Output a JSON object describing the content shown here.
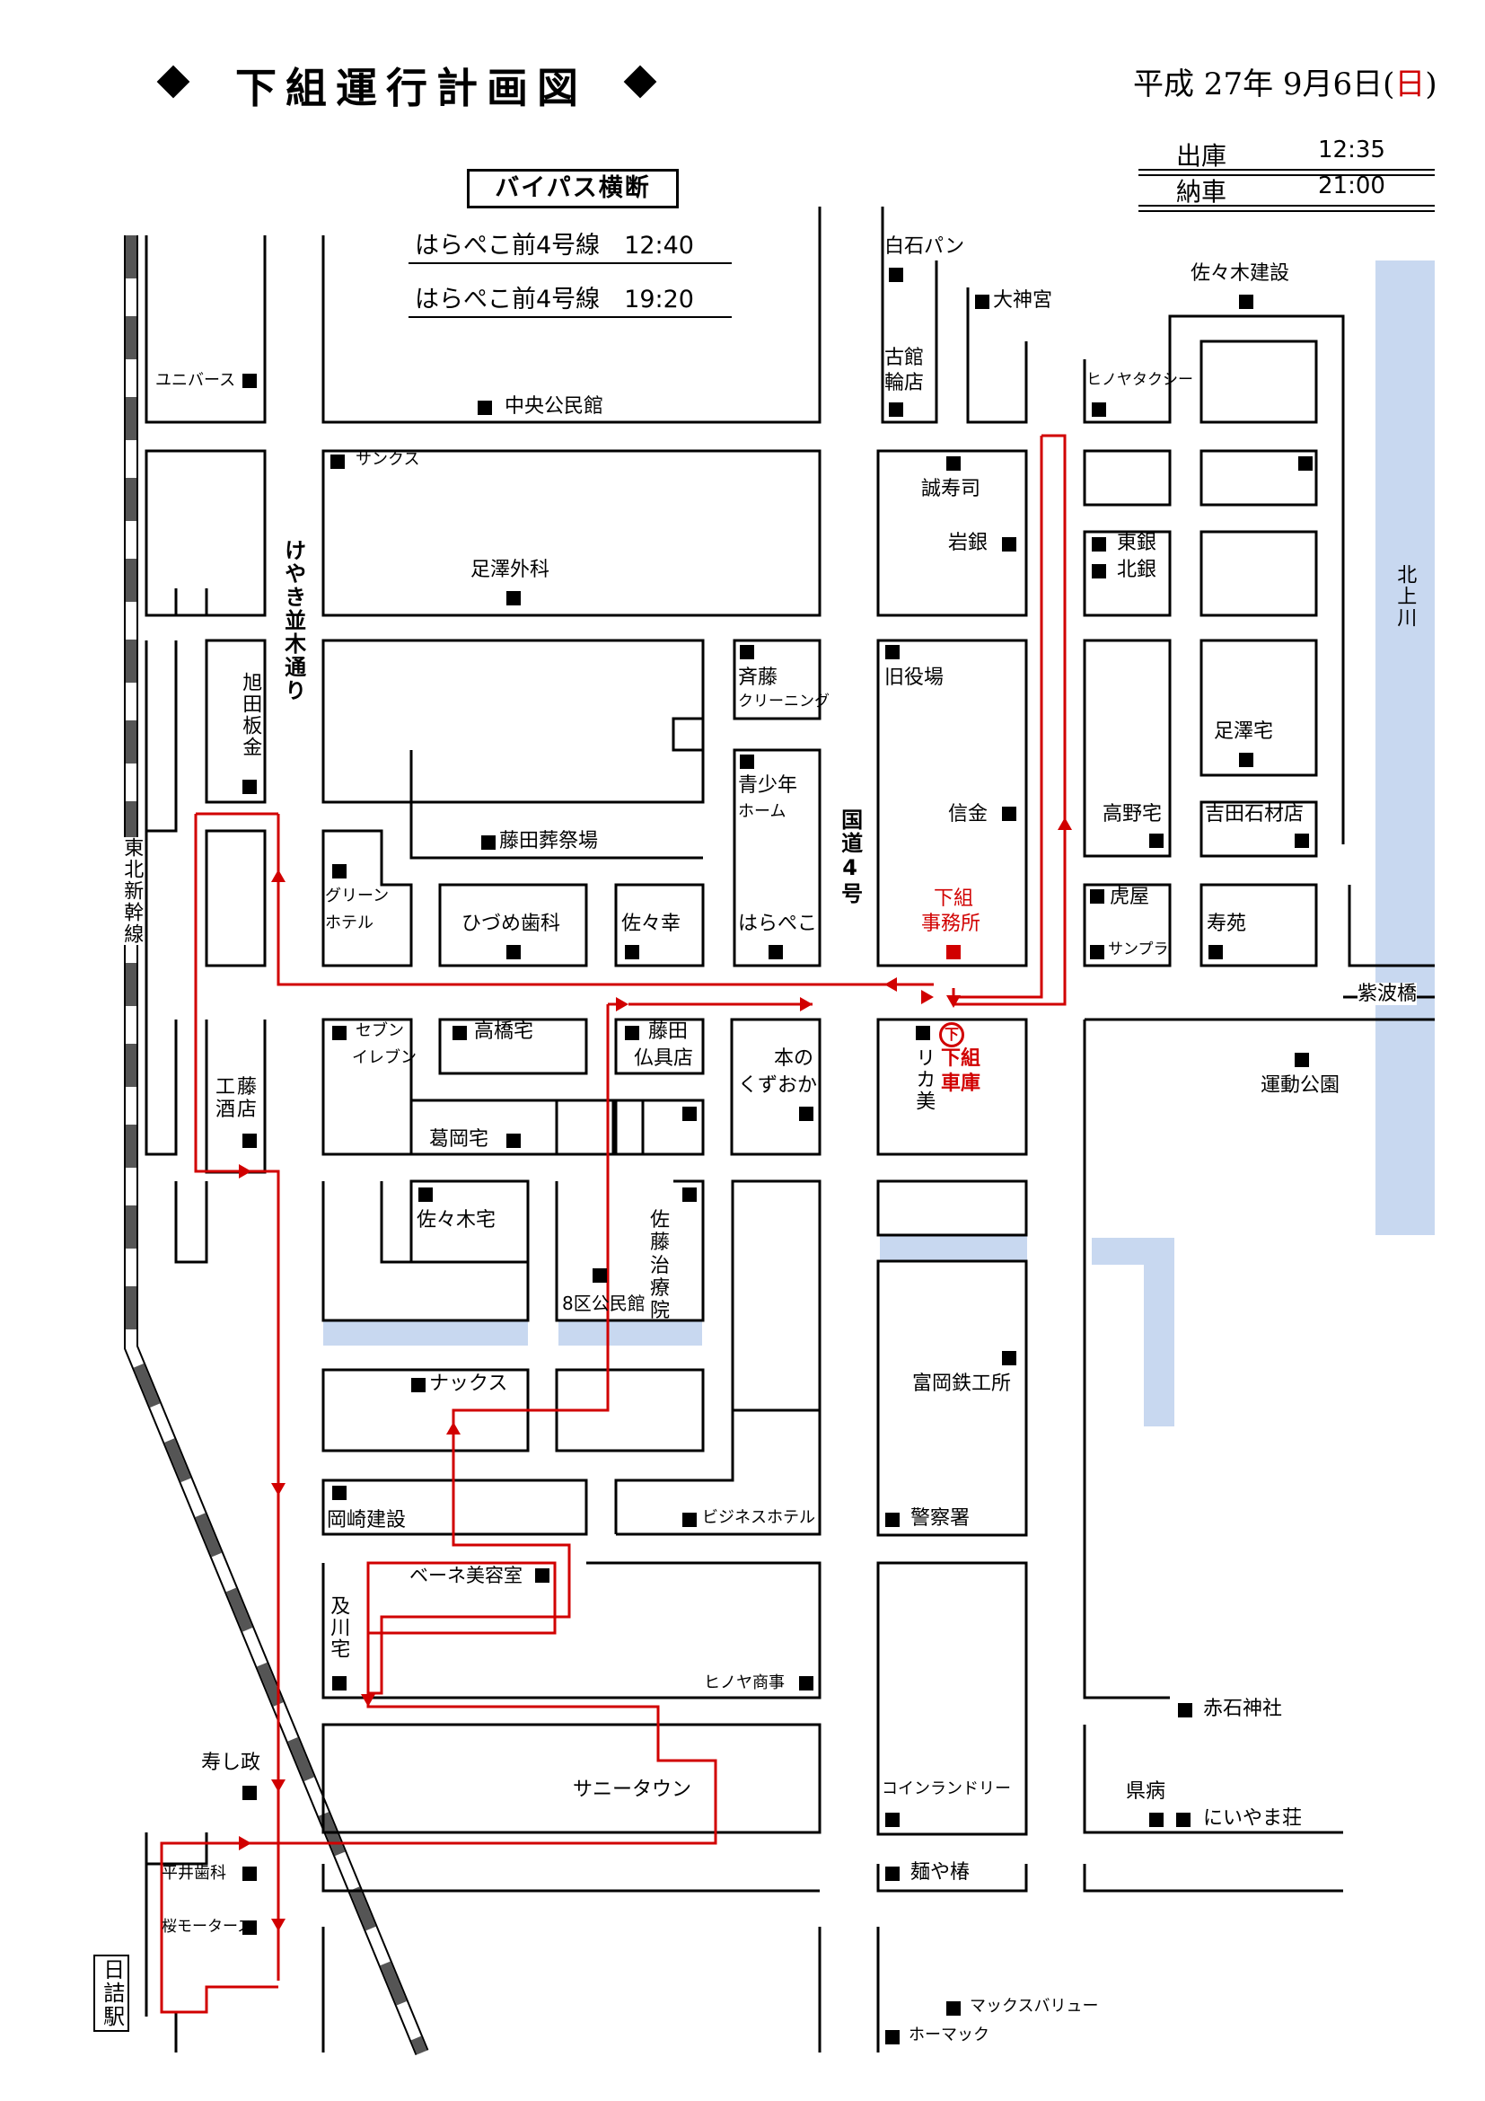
{
  "header": {
    "title": "下組運行計画図",
    "date_prefix": "平成 27年 9月6日(",
    "date_day": "日",
    "date_suffix": ")",
    "depart_label": "出庫",
    "depart_time": "12:35",
    "return_label": "納車",
    "return_time": "21:00",
    "bypass_label": "バイパス横断",
    "bypass_1": "はらぺこ前4号線　12:40",
    "bypass_2": "はらぺこ前4号線　19:20"
  },
  "streets": {
    "keyaki": "けやき並木通り",
    "route4": "国道4号",
    "shinkansen": "東北新幹線",
    "kitakami": "北上川",
    "shibabashi": "紫波橋",
    "hizume_station": "日詰駅"
  },
  "places": {
    "shiraishi_pan": "白石パン",
    "daijingu": "大神宮",
    "sasaki_kensetsu": "佐々木建設",
    "furudate": "古館",
    "rinten": "輪店",
    "hinoya_taxi": "ヒノヤタクシー",
    "universe": "ユニバース",
    "chuo_kominkan": "中央公民館",
    "sunkus": "サンクス",
    "seijushi": "誠寿司",
    "iwagin": "岩銀",
    "togin": "東銀",
    "hokugin": "北銀",
    "ashizawa_geka": "足澤外科",
    "asahita_bankin": "旭田板金",
    "saito_cleaning_1": "斉藤",
    "saito_cleaning_2": "クリーニング",
    "kyu_yakuba": "旧役場",
    "ashizawa_taku": "足澤宅",
    "seishonen_1": "青少年",
    "seishonen_2": "ホーム",
    "shinkin": "信金",
    "takano_taku": "高野宅",
    "yoshida_sekizai": "吉田石材店",
    "fujita_sosaijo": "藤田葬祭場",
    "green_1": "グリーン",
    "green_2": "ホテル",
    "hizume_shika": "ひづめ歯科",
    "sasako": "佐々幸",
    "harapeko": "はらぺこ",
    "shimogumi_office_1": "下組",
    "shimogumi_office_2": "事務所",
    "toraya": "虎屋",
    "sunpla": "サンプラ",
    "jusen": "寿苑",
    "seven_1": "セブン",
    "seven_2": "イレブン",
    "takahashi_taku": "高橋宅",
    "fujita_butsugu_1": "藤田",
    "fujita_butsugu_2": "仏具店",
    "hon_no_kuzuoka_1": "本の",
    "hon_no_kuzuoka_2": "くずおか",
    "rikabi": "リカ美",
    "shimogumi_garage_1": "下組",
    "shimogumi_garage_2": "車庫",
    "undo_koen": "運動公園",
    "kudo_saketen": "工藤酒店",
    "kuzuoka_taku": "葛岡宅",
    "sasaki_taku": "佐々木宅",
    "sato_chiryoin": "佐藤治療院",
    "hachiku_kominkan": "8区公民館",
    "tomioka_tekkosho": "富岡鉄工所",
    "nax": "ナックス",
    "okazaki_kensetsu": "岡崎建設",
    "business_hotel": "ビジネスホテル",
    "keisatsusho": "警察署",
    "bene_biyoshitsu": "ベーネ美容室",
    "oikawa_taku": "及川宅",
    "hinoya_shoji": "ヒノヤ商事",
    "akaishi_jinja": "赤石神社",
    "kotobuki_masa": "寿し政",
    "sunny_town": "サニータウン",
    "coin_laundry": "コインランドリー",
    "kenbyo": "県病",
    "niiyamaso": "にいやま荘",
    "hirai_shika": "平井歯科",
    "sakura_motors": "桜モータース",
    "menya_tsubaki": "麺や椿",
    "max_value": "マックスバリュー",
    "homac": "ホーマック",
    "shita_badge": "下"
  },
  "colors": {
    "route": "#d10000",
    "water": "#c8d8f0",
    "rail_dark": "#555555",
    "text": "#000000"
  }
}
